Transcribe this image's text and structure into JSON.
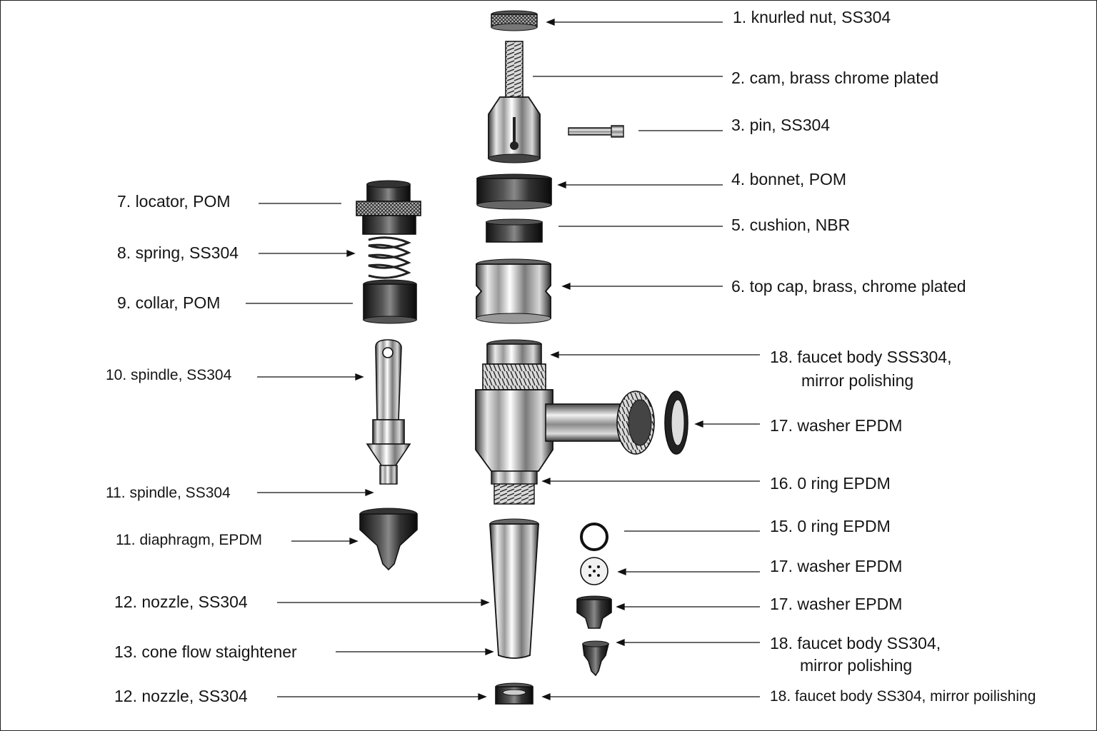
{
  "labels": {
    "p1": "1. knurled nut, SS304",
    "p2": "2. cam, brass chrome plated",
    "p3": "3. pin, SS304",
    "p4": "4. bonnet, POM",
    "p5": "5. cushion, NBR",
    "p6": "6. top cap, brass, chrome plated",
    "p7": "7. locator, POM",
    "p8": "8. spring, SS304",
    "p9": "9. collar, POM",
    "p10": "10. spindle, SS304",
    "p11a": "11. spindle, SS304",
    "p11b": "11. diaphragm, EPDM",
    "p12a": "12. nozzle, SS304",
    "p13": "13. cone flow staightener",
    "p12b": "12. nozzle, SS304",
    "p18a_1": "18. faucet body SSS304,",
    "p18a_2": "mirror polishing",
    "p17a": "17. washer EPDM",
    "p16": "16. 0 ring EPDM",
    "p15": "15. 0 ring EPDM",
    "p17b": "17. washer EPDM",
    "p17c": "17. washer EPDM",
    "p18b_1": "18. faucet body SS304,",
    "p18b_2": "mirror polishing",
    "p18c": "18. faucet body SS304, mirror poilishing"
  }
}
